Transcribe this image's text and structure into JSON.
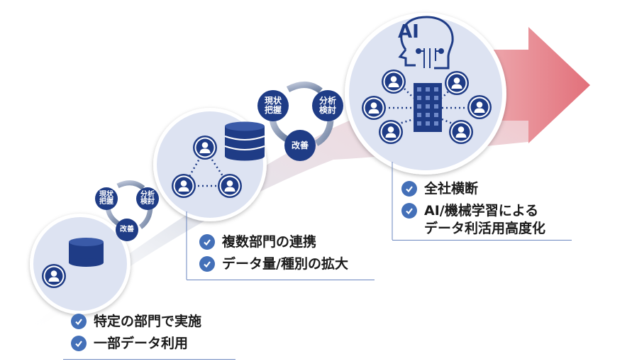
{
  "stage1": {
    "items": [
      "特定の部門で実施",
      "一部データ利用"
    ]
  },
  "stage2": {
    "items": [
      "複数部門の連携",
      "データ量/種別の拡大"
    ],
    "cycle": {
      "top_left": "現状\n把握",
      "top_right": "分析\n検討",
      "bottom": "改善"
    }
  },
  "stage3": {
    "items": [
      "全社横断",
      "AI/機械学習による\nデータ利活用高度化"
    ],
    "cycle": {
      "top_left": "現状\n把握",
      "top_right": "分析\n検討",
      "bottom": "改善"
    },
    "ai_label": "AI"
  },
  "colors": {
    "accent": "#1f3c86",
    "check": "#4470b8",
    "circle_fill": "#dde3f2",
    "arrow": "#e2707a"
  }
}
